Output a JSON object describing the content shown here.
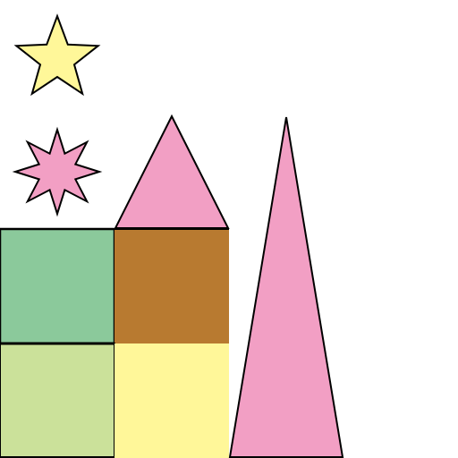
{
  "colors": {
    "background": "#ffffff",
    "outline": "#000000",
    "star_yellow": "#fff799",
    "star_pink": "#f29fc4",
    "square_green": "#8bc99b",
    "square_brown": "#b87a30",
    "square_light_green": "#cbe19a",
    "square_yellow": "#fff799",
    "triangle_pink": "#f29fc4"
  },
  "shapes": [
    {
      "name": "yellow-five-point-star",
      "kind": "star",
      "points": 5,
      "color": "star_yellow"
    },
    {
      "name": "pink-eight-point-star",
      "kind": "star",
      "points": 8,
      "color": "star_pink"
    },
    {
      "name": "green-square",
      "kind": "square",
      "color": "square_green"
    },
    {
      "name": "brown-square",
      "kind": "square",
      "color": "square_brown"
    },
    {
      "name": "light-green-square",
      "kind": "square",
      "color": "square_light_green"
    },
    {
      "name": "yellow-square",
      "kind": "square",
      "color": "square_yellow"
    },
    {
      "name": "pink-small-triangle",
      "kind": "triangle",
      "color": "triangle_pink"
    },
    {
      "name": "pink-tall-triangle",
      "kind": "triangle",
      "color": "triangle_pink"
    }
  ]
}
